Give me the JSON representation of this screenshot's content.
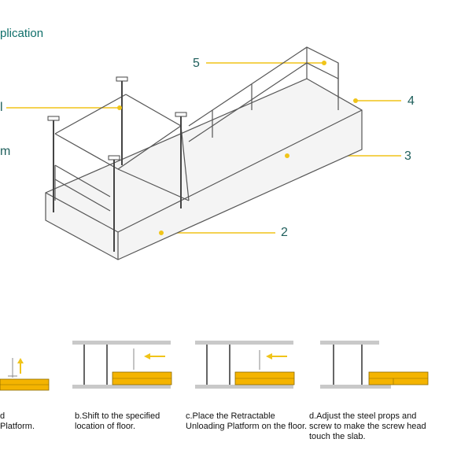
{
  "title": "plication",
  "callouts": {
    "c1": "5",
    "c2": "4",
    "c3": "3",
    "c4": "2",
    "left1": "l",
    "left2": "m"
  },
  "steps_mark": "",
  "captions": {
    "a": "d\nPlatform.",
    "b": "b.Shift to the specified\nlocation of floor.",
    "c": "c.Place the Retractable\nUnloading Platform on the floor.",
    "d": "d.Adjust the steel props and\nscrew to make the screw head\ntouch the slab."
  },
  "colors": {
    "accent": "#0f6f6a",
    "leader": "#f0c419",
    "deck": "#f4b400",
    "structure": "#555555"
  }
}
